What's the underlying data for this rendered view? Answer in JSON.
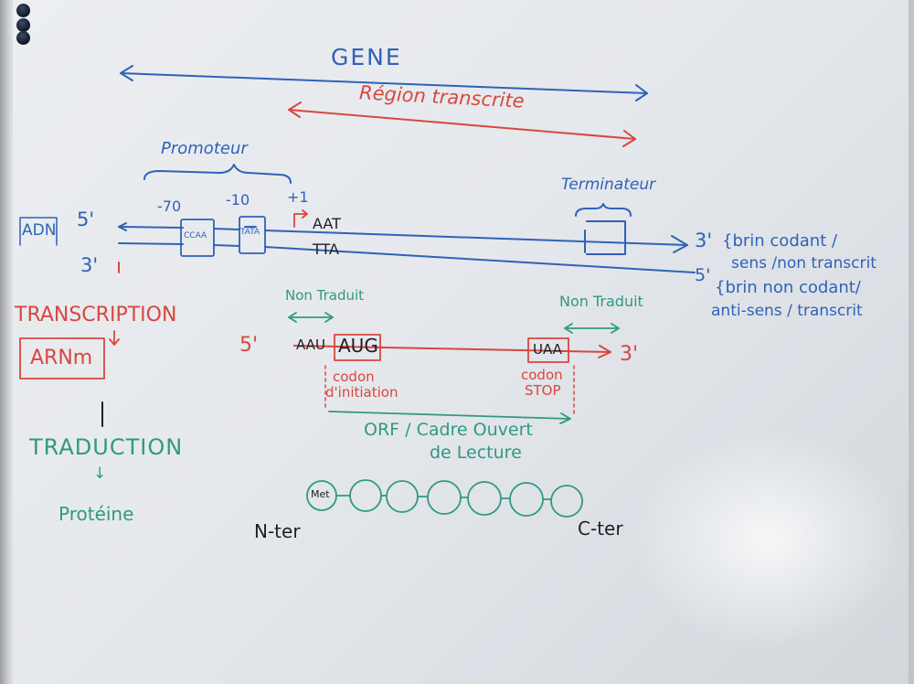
{
  "labels": {
    "gene": "GENE",
    "region_transcrite": "Région transcrite",
    "promoteur": "Promoteur",
    "minus70": "-70",
    "minus10": "-10",
    "plus1": "+1",
    "terminateur": "Terminateur",
    "adn": "ADN",
    "five_prime_top": "5'",
    "three_prime_left": "3'",
    "ccaa": "CCAA",
    "tata": "TATA",
    "aat": "AAT",
    "tta": "TTA",
    "three_prime_right": "3'",
    "brin_codant_1": "{brin codant /",
    "brin_codant_2": "sens /non transcrit",
    "five_prime_right": "5'",
    "brin_non_codant_1": "{brin non codant/",
    "brin_non_codant_2": "anti-sens / transcrit",
    "transcription": "TRANSCRIPTION",
    "arnm": "ARNm",
    "non_traduit_left": "Non Traduit",
    "non_traduit_right": "Non Traduit",
    "five_prime_rna": "5'",
    "aau": "AAU",
    "aug": "AUG",
    "uaa": "UAA",
    "three_prime_rna": "3'",
    "codon_initiation_1": "codon",
    "codon_initiation_2": "d'initiation",
    "codon_stop_1": "codon",
    "codon_stop_2": "STOP",
    "orf_1": "ORF / Cadre Ouvert",
    "orf_2": "de Lecture",
    "traduction": "TRADUCTION",
    "arrow_down": "↓",
    "proteine": "Protéine",
    "met": "Met",
    "n_ter": "N-ter",
    "c_ter": "C-ter"
  },
  "colors": {
    "blue": "#2f62b8",
    "red": "#d8473f",
    "green": "#2f9a80",
    "black": "#1e1e24"
  }
}
